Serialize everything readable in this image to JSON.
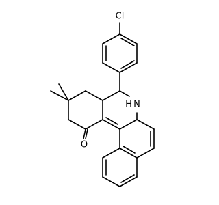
{
  "molecule": {
    "atom_labels": {
      "chlorine": "Cl",
      "amine": "N",
      "amine_hydrogen": "H",
      "carbonyl_oxygen": "O"
    },
    "colors": {
      "bond": "#000000",
      "label": "#000000",
      "background": "#ffffff"
    }
  }
}
